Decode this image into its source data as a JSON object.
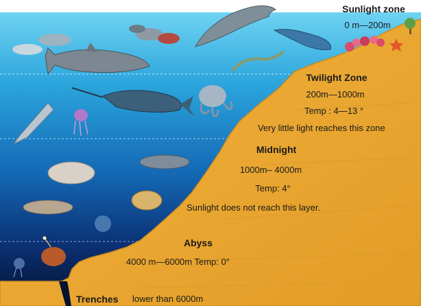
{
  "zones": {
    "sunlight": {
      "title": "Sunlight zone",
      "depth": "0 m—200m"
    },
    "twilight": {
      "title": "Twilight Zone",
      "depth": "200m—1000m",
      "temp": "Temp : 4—13 °",
      "note": "Very little light reaches this zone"
    },
    "midnight": {
      "title": "Midnight",
      "depth": "1000m– 4000m",
      "temp": "Temp: 4°",
      "note": "Sunlight does not reach this layer."
    },
    "abyss": {
      "title": "Abyss",
      "depth_temp": "4000 m—6000m  Temp: 0°"
    },
    "trenches": {
      "title": "Trenches",
      "depth": "lower than 6000m"
    }
  },
  "colors": {
    "sky": "#ffffff",
    "water_top": "#6fd3f2",
    "water_mid": "#1f8fd0",
    "water_deep": "#0d3e8a",
    "water_abyss": "#06173a",
    "land": "#e9a52f",
    "land_edge": "#c98a1f"
  },
  "icons": [
    "dolphin-icon",
    "shark-icon",
    "swordfish-icon",
    "manta-ray-icon",
    "eel-icon",
    "octopus-icon",
    "squid-icon",
    "jellyfish-icon",
    "anglerfish-icon",
    "coral-icon",
    "starfish-icon",
    "fish-school-icon"
  ]
}
